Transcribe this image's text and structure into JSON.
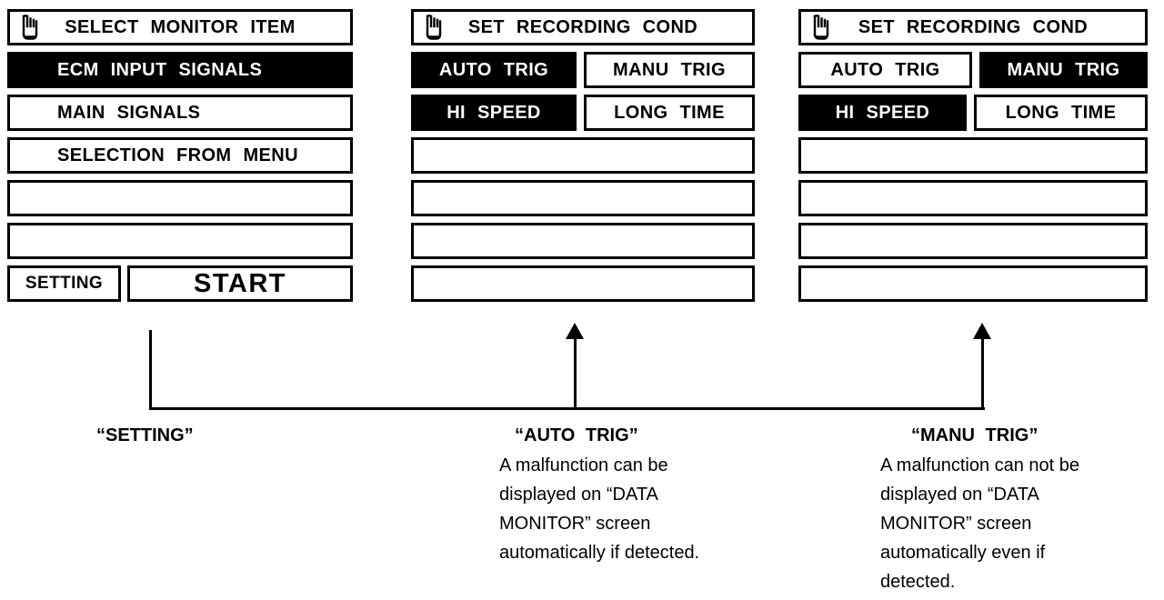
{
  "left_panel": {
    "icon": "pointing-hand-icon",
    "title": "SELECT MONITOR ITEM",
    "menu_items": [
      {
        "label": "ECM INPUT SIGNALS",
        "selected": true
      },
      {
        "label": "MAIN SIGNALS",
        "selected": false
      },
      {
        "label": "SELECTION FROM MENU",
        "selected": false
      }
    ],
    "setting_button": "SETTING",
    "start_button": "START"
  },
  "middle_panel": {
    "icon": "pointing-hand-icon",
    "title": "SET RECORDING COND",
    "buttons": [
      {
        "label": "AUTO TRIG",
        "selected": true
      },
      {
        "label": "MANU TRIG",
        "selected": false
      },
      {
        "label": "HI SPEED",
        "selected": true
      },
      {
        "label": "LONG TIME",
        "selected": false
      }
    ]
  },
  "right_panel": {
    "icon": "pointing-hand-icon",
    "title": "SET RECORDING COND",
    "buttons": [
      {
        "label": "AUTO TRIG",
        "selected": false
      },
      {
        "label": "MANU TRIG",
        "selected": true
      },
      {
        "label": "HI SPEED",
        "selected": true
      },
      {
        "label": "LONG TIME",
        "selected": false
      }
    ]
  },
  "annotations": {
    "setting": {
      "label": "“SETTING”"
    },
    "auto_trig": {
      "label": "“AUTO TRIG”",
      "lines": [
        "A malfunction can be",
        "displayed on “DATA",
        "MONITOR” screen",
        "automatically if detected."
      ]
    },
    "manu_trig": {
      "label": "“MANU TRIG”",
      "lines": [
        "A malfunction can not be",
        "displayed on “DATA",
        "MONITOR” screen",
        "automatically even if",
        "detected."
      ]
    }
  },
  "colors": {
    "ink": "#000000",
    "paper": "#ffffff"
  }
}
